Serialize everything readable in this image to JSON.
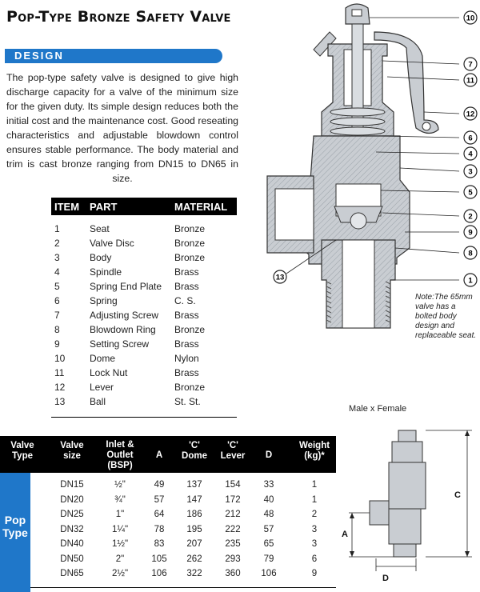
{
  "title": "Pop-Type Bronze Safety Valve",
  "section_label": "DESIGN",
  "intro": "The pop-type safety valve is designed to give high discharge capacity for a valve of the minimum size for the given duty. Its simple design reduces both the initial cost and the maintenance cost.  Good reseating characteristics and adjustable blowdown control ensures stable performance. The body material and trim is cast bronze ranging from DN15 to DN65 in size.",
  "parts_table": {
    "headers": [
      "ITEM",
      "PART",
      "MATERIAL"
    ],
    "rows": [
      [
        "1",
        "Seat",
        "Bronze"
      ],
      [
        "2",
        "Valve Disc",
        "Bronze"
      ],
      [
        "3",
        "Body",
        "Bronze"
      ],
      [
        "4",
        "Spindle",
        "Brass"
      ],
      [
        "5",
        "Spring End Plate",
        "Brass"
      ],
      [
        "6",
        "Spring",
        "C. S."
      ],
      [
        "7",
        "Adjusting Screw",
        "Brass"
      ],
      [
        "8",
        "Blowdown Ring",
        "Bronze"
      ],
      [
        "9",
        "Setting Screw",
        "Brass"
      ],
      [
        "10",
        "Dome",
        "Nylon"
      ],
      [
        "11",
        "Lock Nut",
        "Brass"
      ],
      [
        "12",
        "Lever",
        "Bronze"
      ],
      [
        "13",
        "Ball",
        "St. St."
      ]
    ]
  },
  "spec_table": {
    "headers": [
      "Valve\nType",
      "Valve\nsize",
      "Inlet &\nOutlet\n(BSP)",
      "A",
      "'C'\nDome",
      "'C'\nLever",
      "D",
      "Weight\n(kg)*"
    ],
    "type_label": "Pop\nType",
    "rows": [
      [
        "DN15",
        "½\"",
        "49",
        "137",
        "154",
        "33",
        "1"
      ],
      [
        "DN20",
        "¾\"",
        "57",
        "147",
        "172",
        "40",
        "1"
      ],
      [
        "DN25",
        "1\"",
        "64",
        "186",
        "212",
        "48",
        "2"
      ],
      [
        "DN32",
        "1¼\"",
        "78",
        "195",
        "222",
        "57",
        "3"
      ],
      [
        "DN40",
        "1½\"",
        "83",
        "207",
        "235",
        "65",
        "3"
      ],
      [
        "DN50",
        "2\"",
        "105",
        "262",
        "293",
        "79",
        "6"
      ],
      [
        "DN65",
        "2½\"",
        "106",
        "322",
        "360",
        "106",
        "9"
      ]
    ]
  },
  "diagram": {
    "callouts": [
      "10",
      "7",
      "11",
      "12",
      "6",
      "4",
      "3",
      "5",
      "2",
      "9",
      "8",
      "13",
      "1"
    ],
    "note": "Note:The 65mm valve has a bolted body design and replaceable seat."
  },
  "dimension_drawing": {
    "title": "Male x Female",
    "labels": {
      "c": "C",
      "a": "A",
      "d": "D"
    }
  },
  "colors": {
    "accent": "#1f77c9",
    "header_bg": "#000000",
    "drawing_fill": "#c9cdd2"
  }
}
